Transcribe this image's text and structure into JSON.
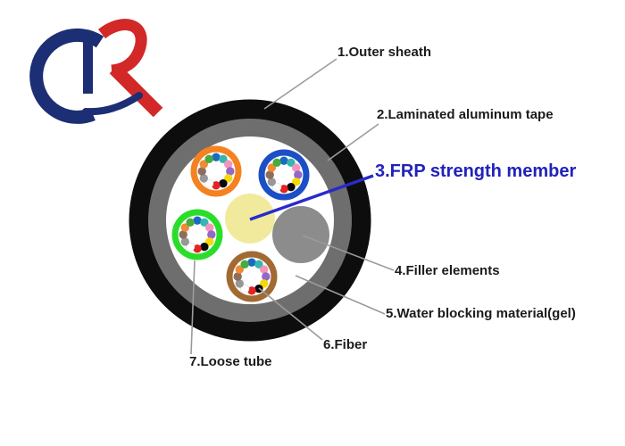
{
  "logo": {
    "monogram": "CR",
    "navy": "#1c2e74",
    "red": "#d32828"
  },
  "cable": {
    "outer_sheath_color": "#0d0d0d",
    "aluminum_tape_color": "#6e6e6e",
    "interior_color": "#ffffff",
    "frp_color": "#f1ea9d",
    "filler_color": "#8c8c8c",
    "tube_ring_colors": [
      "#f58220",
      "#1c4fc5",
      "#2bdd2b",
      "#a06a32"
    ],
    "fiber_colors": [
      "#1a6ac2",
      "#35b6ae",
      "#f295bb",
      "#9468c8",
      "#f6d90a",
      "#0a0a0a",
      "#e62222",
      "#fdfdfd",
      "#979797",
      "#8d6e5a",
      "#ef8a35",
      "#44ad3c"
    ],
    "leader_line_color": "#9b9b9b",
    "frp_pointer_color": "#2a2acc"
  },
  "labels": [
    {
      "text": "1.Outer sheath",
      "color": "#1b1b1b"
    },
    {
      "text": "2.Laminated aluminum tape",
      "color": "#1b1b1b"
    },
    {
      "text": "3.FRP strength member",
      "color": "#2121bd"
    },
    {
      "text": "4.Filler elements",
      "color": "#1b1b1b"
    },
    {
      "text": "5.Water blocking material(gel)",
      "color": "#1b1b1b"
    },
    {
      "text": "6.Fiber",
      "color": "#1b1b1b"
    },
    {
      "text": "7.Loose tube",
      "color": "#1b1b1b"
    }
  ]
}
